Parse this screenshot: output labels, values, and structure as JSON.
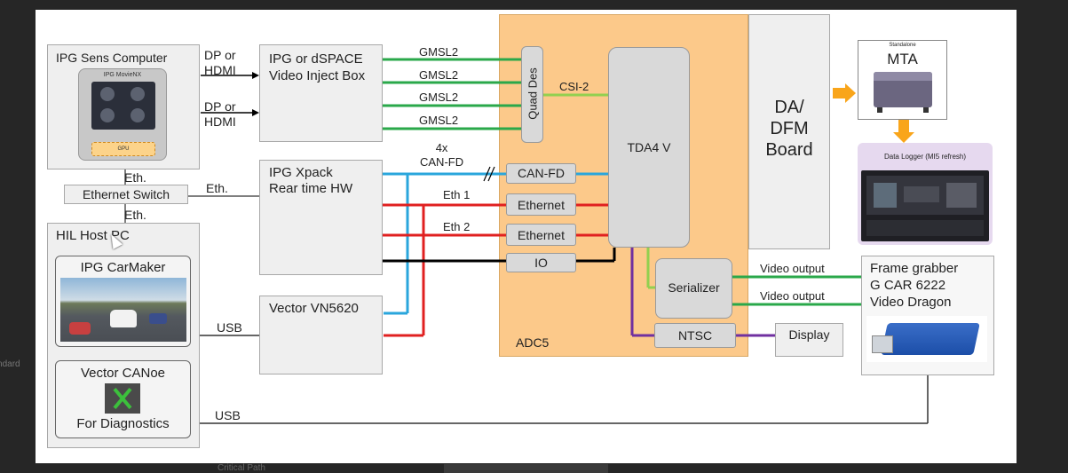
{
  "sens": {
    "title": "IPG Sens Computer",
    "app": "IPG MovieNX",
    "gpu": "GPU"
  },
  "dp1": {
    "l1": "DP or",
    "l2": "HDMI"
  },
  "dp2": {
    "l1": "DP or",
    "l2": "HDMI"
  },
  "inject": {
    "l1": "IPG or dSPACE",
    "l2": "Video Inject Box"
  },
  "gmsl": [
    "GMSL2",
    "GMSL2",
    "GMSL2",
    "GMSL2"
  ],
  "quaddes": "Quad Des",
  "csi": "CSI-2",
  "tda": "TDA4 V",
  "dfm": {
    "l1": "DA/",
    "l2": "DFM",
    "l3": "Board"
  },
  "mta": {
    "small": "Standalone",
    "big": "MTA"
  },
  "logger": "Data Logger (MI5 refresh)",
  "eth_top": "Eth.",
  "switch": "Ethernet Switch",
  "eth_right": "Eth.",
  "eth_bottom": "Eth.",
  "xpack": {
    "l1": "IPG Xpack",
    "l2": "Rear time HW"
  },
  "canfd_lbl": {
    "l1": "4x",
    "l2": "CAN-FD"
  },
  "eth1": "Eth 1",
  "eth2": "Eth 2",
  "canfd": "CAN-FD",
  "ethernet1": "Ethernet",
  "ethernet2": "Ethernet",
  "io": "IO",
  "hil": "HIL Host PC",
  "carmaker": "IPG CarMaker",
  "usb1": "USB",
  "vector": "Vector VN5620",
  "canoe": {
    "l1": "Vector CANoe",
    "l2": "For Diagnostics"
  },
  "usb2": "USB",
  "serializer": "Serializer",
  "vout1": "Video output",
  "vout2": "Video output",
  "grabber": {
    "l1": "Frame grabber",
    "l2": "G CAR 6222",
    "l3": "Video Dragon"
  },
  "ntsc": "NTSC",
  "display": "Display",
  "adc": "ADC5",
  "side_label": "Standard",
  "bottom_label": "Critical Path",
  "colors": {
    "green": "#2aa84a",
    "blue": "#2aa6dc",
    "red": "#e02020",
    "black": "#000000",
    "purple": "#7030a0",
    "lightgreen": "#92d050",
    "orange": "#f9a51a",
    "adc": "#fcc98a"
  }
}
